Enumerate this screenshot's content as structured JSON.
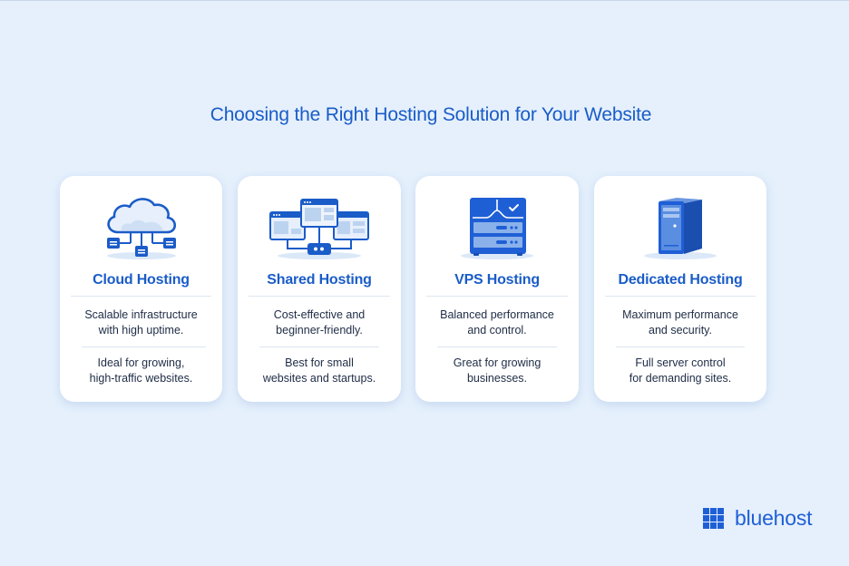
{
  "title": "Choosing the Right Hosting Solution for Your Website",
  "colors": {
    "background": "#e5f0fc",
    "accent": "#1a5cc8",
    "card": "#ffffff",
    "text": "#1e2c45"
  },
  "cards": [
    {
      "icon": "cloud-network-icon",
      "title": "Cloud Hosting",
      "description_1": "Scalable infrastructure\nwith high uptime.",
      "description_2": "Ideal for growing,\nhigh-traffic websites."
    },
    {
      "icon": "shared-browser-windows-icon",
      "title": "Shared Hosting",
      "description_1": "Cost-effective and\nbeginner-friendly.",
      "description_2": "Best for small\nwebsites and startups."
    },
    {
      "icon": "vps-server-rack-icon",
      "title": "VPS Hosting",
      "description_1": "Balanced performance\nand control.",
      "description_2": "Great for growing\nbusinesses."
    },
    {
      "icon": "dedicated-server-tower-icon",
      "title": "Dedicated Hosting",
      "description_1": "Maximum performance\nand security.",
      "description_2": "Full server control\nfor demanding sites."
    }
  ],
  "brand": {
    "logo_icon": "grid-logo-icon",
    "name": "bluehost"
  }
}
